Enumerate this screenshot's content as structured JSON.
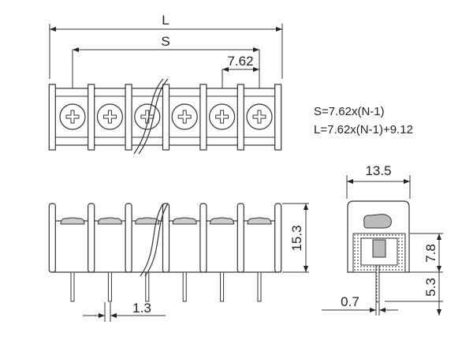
{
  "top_view": {
    "dim_L": "L",
    "dim_S": "S",
    "dim_pitch": "7.62",
    "screw_count": 6
  },
  "formulas": {
    "s_formula": "S=7.62x(N-1)",
    "l_formula": "L=7.62x(N-1)+9.12"
  },
  "front_view": {
    "dim_height": "15.3",
    "dim_pin_gap": "1.3"
  },
  "side_view": {
    "dim_width": "13.5",
    "dim_upper": "7.8",
    "dim_lower": "5.3",
    "dim_pin": "0.7"
  }
}
